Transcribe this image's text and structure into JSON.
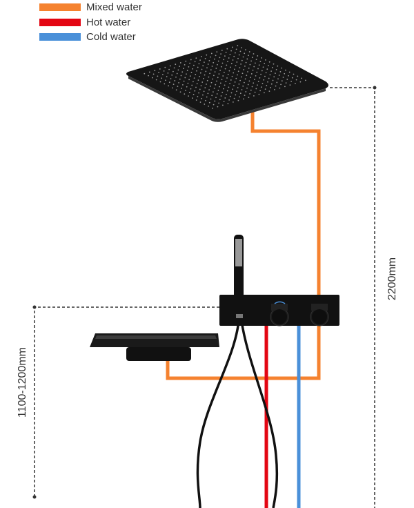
{
  "legend": [
    {
      "label": "Mixed water",
      "color": "#f5822f"
    },
    {
      "label": "Hot water",
      "color": "#e30613"
    },
    {
      "label": "Cold water",
      "color": "#4a90d9"
    }
  ],
  "dimensions": {
    "shower_height": "2200mm",
    "valve_height": "1100-1200mm"
  }
}
